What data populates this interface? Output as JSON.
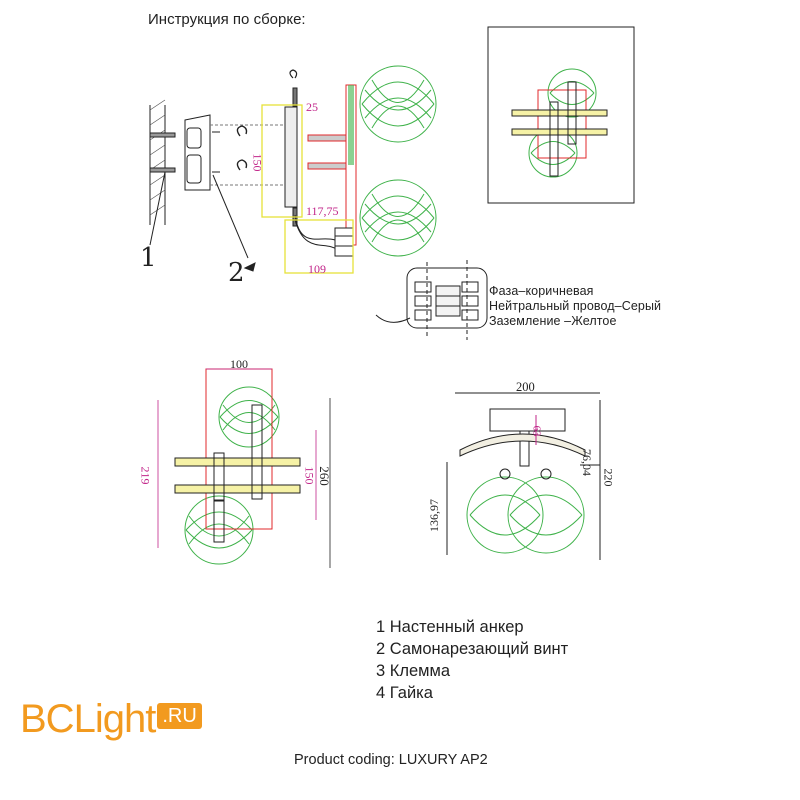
{
  "header": {
    "title": "Инструкция по сборке:"
  },
  "callouts": {
    "one": "1",
    "two": "2"
  },
  "dims_side": {
    "d25": "25",
    "d150": "150",
    "d117": "117,75",
    "d109": "109"
  },
  "dims_front": {
    "w100": "100",
    "h219": "219",
    "h150": "150",
    "h260": "260"
  },
  "dims_profile": {
    "w200": "200",
    "d63": "63",
    "d76": "76,04",
    "d220": "220",
    "d136": "136,97"
  },
  "wiring": {
    "phase": "Фаза–коричневая",
    "neutral": "Нейтральный провод–Серый",
    "ground": "Заземление –Желтое"
  },
  "parts_list": [
    "1 Настенный анкер",
    "2 Самонарезающий винт",
    "3 Клемма",
    "4 Гайка"
  ],
  "footer": {
    "product_coding": "Product coding: LUXURY AP2"
  },
  "logo": {
    "bc": "BC",
    "light": "Light",
    "domain": ".RU"
  },
  "colors": {
    "glass_green": "#3fb24a",
    "dim_magenta": "#c2268a",
    "box_red": "#e0282b",
    "accent_yellow": "#e6e23a",
    "brand_orange": "#f29a1f"
  }
}
